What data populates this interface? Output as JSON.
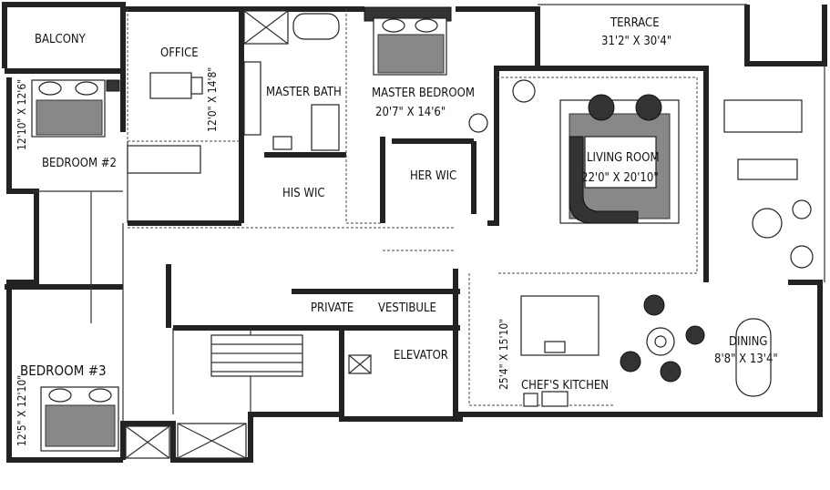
{
  "rooms": {
    "balcony": "BALCONY",
    "office": "OFFICE",
    "office_dim": "12'0\" X 14'8\"",
    "master_bath": "MASTER BATH",
    "master_bedroom": "MASTER BEDROOM",
    "master_bedroom_dim": "20'7\" X 14'6\"",
    "terrace": "TERRACE",
    "terrace_dim": "31'2\" X 30'4\"",
    "bedroom2": "BEDROOM #2",
    "bedroom2_dim": "12'10\" X 12'6\"",
    "his_wic": "HIS WIC",
    "her_wic": "HER WIC",
    "living_room": "LIVING ROOM",
    "living_room_dim": "22'0\" X 20'10\"",
    "private": "PRIVATE",
    "vestibule": "VESTIBULE",
    "elevator": "ELEVATOR",
    "bedroom3": "BEDROOM #3",
    "bedroom3_dim": "12'5\" X 12'10\"",
    "kitchen_dim": "25'4\" X 15'10\"",
    "chefs_kitchen": "CHEF'S KITCHEN",
    "dining": "DINING",
    "dining_dim": "8'8\" X 13'4\""
  }
}
